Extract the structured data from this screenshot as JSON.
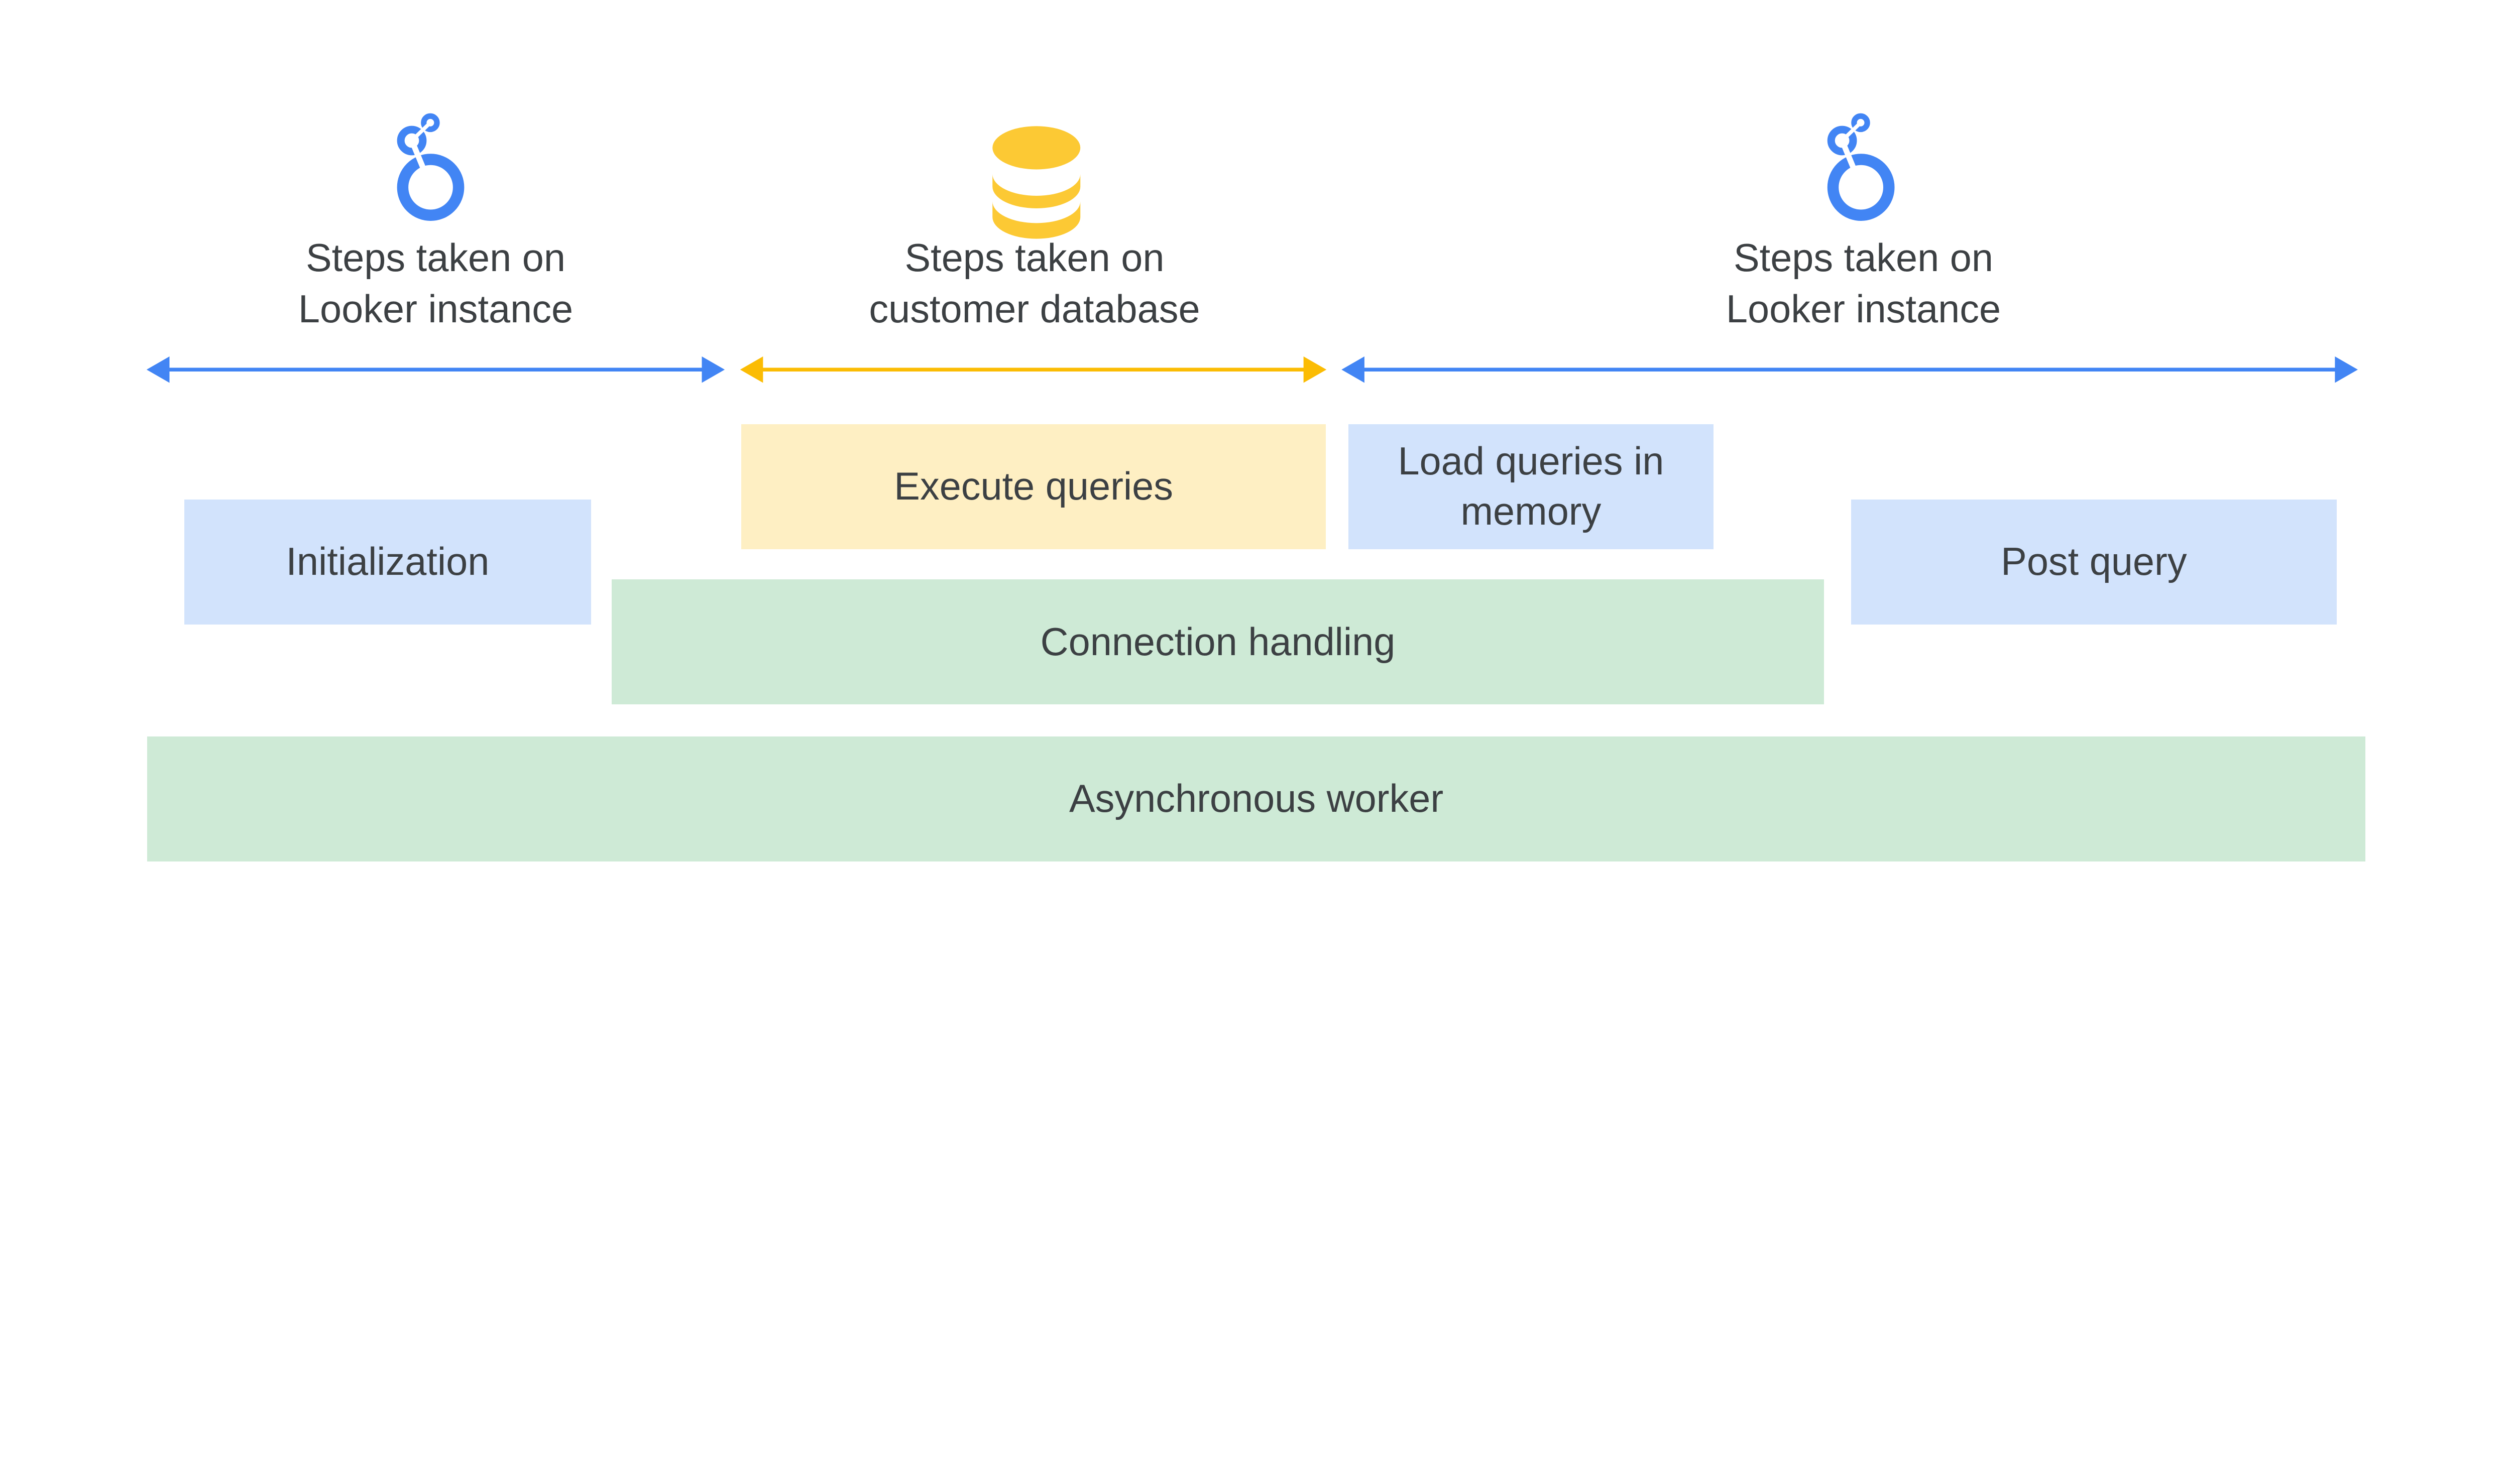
{
  "colors": {
    "looker_blue": "#4285f4",
    "database_yellow": "#fbbc04",
    "icon_yellow": "#fcc934",
    "box_blue": "#d2e3fc",
    "box_yellow": "#feefc3",
    "box_green": "#ceead6",
    "text": "#3c4043"
  },
  "sections": [
    {
      "icon": "looker-logo-icon",
      "line1": "Steps taken on",
      "line2": "Looker instance"
    },
    {
      "icon": "database-icon",
      "line1": "Steps taken on",
      "line2": "customer database"
    },
    {
      "icon": "looker-logo-icon",
      "line1": "Steps taken on",
      "line2": "Looker instance"
    }
  ],
  "boxes": {
    "initialization": "Initialization",
    "execute_queries": "Execute queries",
    "load_queries": "Load queries in memory",
    "post_query": "Post query",
    "connection_handling": "Connection handling",
    "asynchronous_worker": "Asynchronous worker"
  }
}
